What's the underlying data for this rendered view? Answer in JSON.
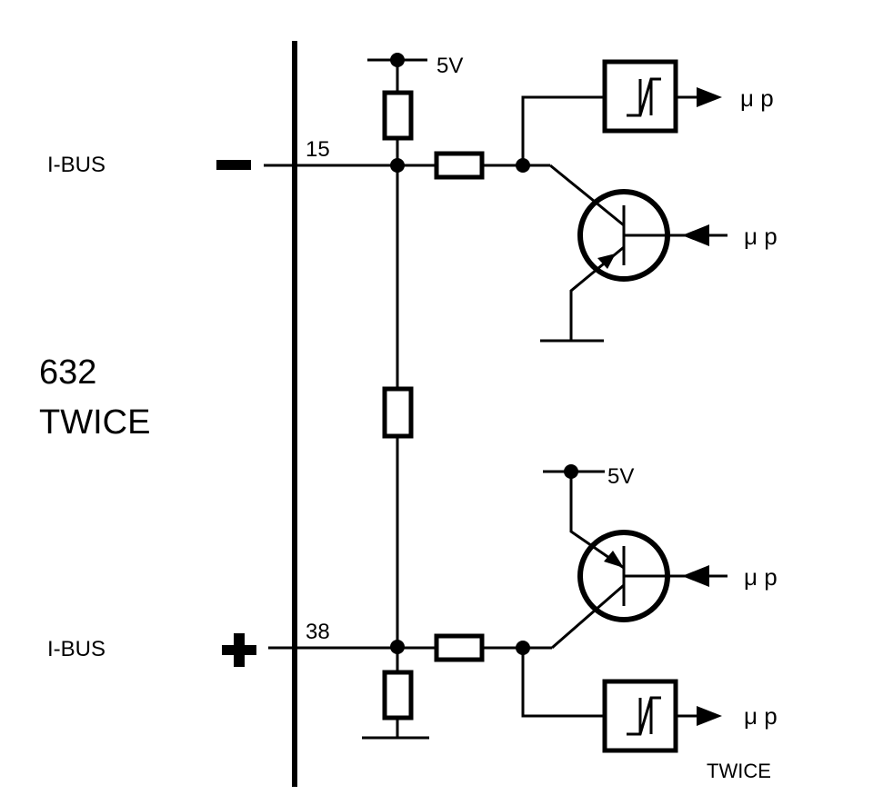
{
  "labels": {
    "ibus_top": "I-BUS",
    "ibus_bottom": "I-BUS",
    "pin_top": "15",
    "pin_bottom": "38",
    "device_line1": "632",
    "device_line2": "TWICE",
    "supply_top": "5V",
    "supply_bottom": "5V",
    "mp_top_box": "μ p",
    "mp_top_transistor": "μ p",
    "mp_bottom_transistor": "μ p",
    "mp_bottom_box": "μ p",
    "footer": "TWICE"
  },
  "colors": {
    "ink": "#000000",
    "background": "#ffffff"
  }
}
